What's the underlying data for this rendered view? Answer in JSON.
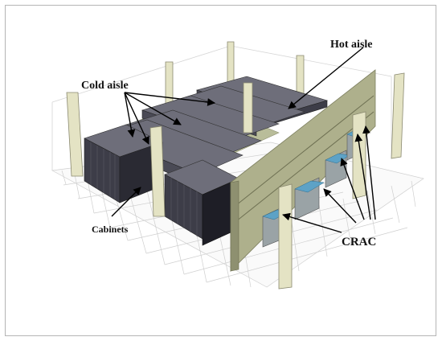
{
  "labels": {
    "hot_aisle": "Hot aisle",
    "cold_aisle": "Cold aisle",
    "cabinets": "Cabinets",
    "crac": "CRAC"
  },
  "colors": {
    "cabinet_top": "#6e6e7a",
    "cabinet_front": "#3d3d48",
    "cabinet_side": "#2a2a33",
    "cold_aisle_floor": "#b9bd9a",
    "partition": "#aeb08c",
    "column": "#e4e3c4",
    "crac_body": "#9aa3a6",
    "crac_fan": "#5da2c6",
    "floor_grid": "#c9c9c9"
  }
}
